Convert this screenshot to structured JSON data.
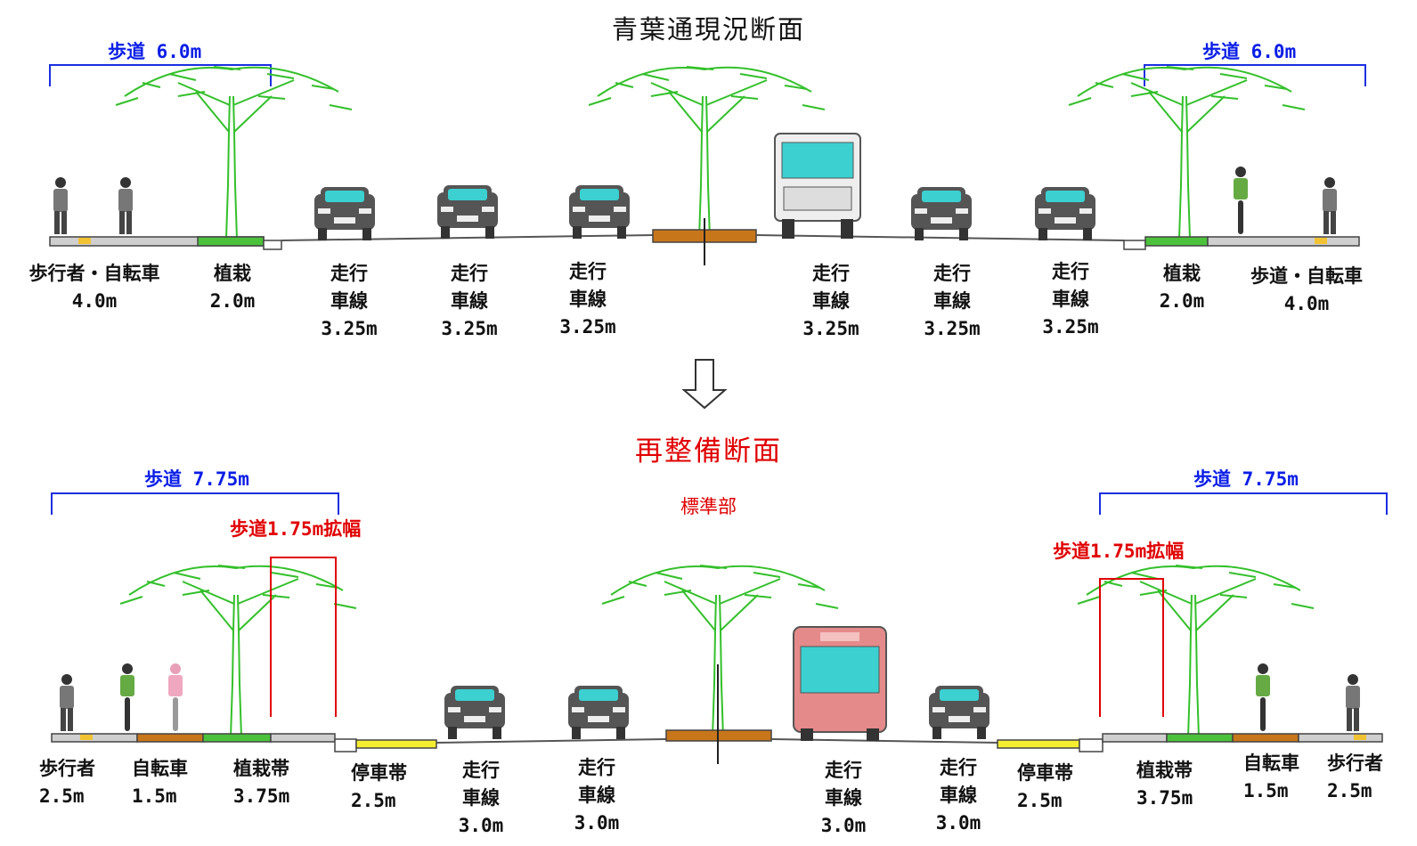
{
  "titles": {
    "current": "青葉通現況断面",
    "redev": "再整備断面",
    "redev_sub": "標準部"
  },
  "current": {
    "sidewalk_left": "歩道 6.0m",
    "sidewalk_right": "歩道 6.0m",
    "labels": [
      {
        "name": "歩行者・自転車",
        "value": "4.0m"
      },
      {
        "name": "植栽",
        "value": "2.0m"
      },
      {
        "name": "走行",
        "name2": "車線",
        "value": "3.25m"
      },
      {
        "name": "走行",
        "name2": "車線",
        "value": "3.25m"
      },
      {
        "name": "走行",
        "name2": "車線",
        "value": "3.25m"
      },
      {
        "name": "走行",
        "name2": "車線",
        "value": "3.25m"
      },
      {
        "name": "走行",
        "name2": "車線",
        "value": "3.25m"
      },
      {
        "name": "走行",
        "name2": "車線",
        "value": "3.25m"
      },
      {
        "name": "植栽",
        "value": "2.0m"
      },
      {
        "name": "歩道・自転車",
        "value": "4.0m"
      }
    ]
  },
  "redev": {
    "sidewalk_left": "歩道 7.75m",
    "sidewalk_right": "歩道 7.75m",
    "widen_left": "歩道1.75m拡幅",
    "widen_right": "歩道1.75m拡幅",
    "labels": [
      {
        "name": "歩行者",
        "value": "2.5m"
      },
      {
        "name": "自転車",
        "value": "1.5m"
      },
      {
        "name": "植栽帯",
        "value": "3.75m"
      },
      {
        "name": "停車帯",
        "value": "2.5m"
      },
      {
        "name": "走行",
        "name2": "車線",
        "value": "3.0m"
      },
      {
        "name": "走行",
        "name2": "車線",
        "value": "3.0m"
      },
      {
        "name": "走行",
        "name2": "車線",
        "value": "3.0m"
      },
      {
        "name": "走行",
        "name2": "車線",
        "value": "3.0m"
      },
      {
        "name": "停車帯",
        "value": "2.5m"
      },
      {
        "name": "植栽帯",
        "value": "3.75m"
      },
      {
        "name": "自転車",
        "value": "1.5m"
      },
      {
        "name": "歩行者",
        "value": "2.5m"
      }
    ]
  },
  "colors": {
    "tree": "#33c02a",
    "road": "#cfcfcf",
    "bike_lane": "#c8761a",
    "parking": "#f5ee30",
    "planting": "#4cc23c",
    "dim_line": "#1a2fe0",
    "highlight": "#e00000"
  },
  "icons": [
    "tree-icon",
    "car-icon",
    "truck-icon",
    "bus-icon",
    "pedestrian-icon",
    "cyclist-icon",
    "down-arrow-icon"
  ]
}
